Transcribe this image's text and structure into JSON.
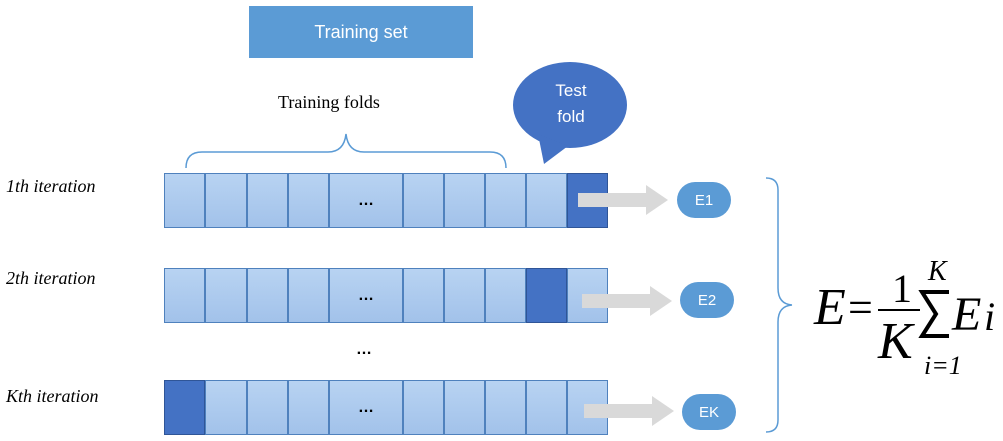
{
  "training_set": {
    "label": "Training set"
  },
  "training_folds": {
    "label": "Training  folds"
  },
  "test_fold": {
    "line1": "Test",
    "line2": "fold"
  },
  "iterations": [
    {
      "label": "1th iteration",
      "result": "E1",
      "test_index": 9
    },
    {
      "label": "2th iteration",
      "result": "E2",
      "test_index": 8
    },
    {
      "label": "Kth iteration",
      "result": "EK",
      "test_index": 0
    }
  ],
  "ellipsis": "…",
  "vertical_ellipsis": "…",
  "formula": {
    "lhs": "E",
    "equals": "=",
    "numerator": "1",
    "denominator": "K",
    "sum_upper": "K",
    "sum_lower": "i=1",
    "term_base": "E",
    "term_sub": "i"
  },
  "colors": {
    "box_blue": "#5b9bd5",
    "fold_light": "#a9c8ee",
    "fold_test": "#4472c4",
    "arrow_gray": "#d9d9d9",
    "bracket_blue": "#5b9bd5"
  }
}
